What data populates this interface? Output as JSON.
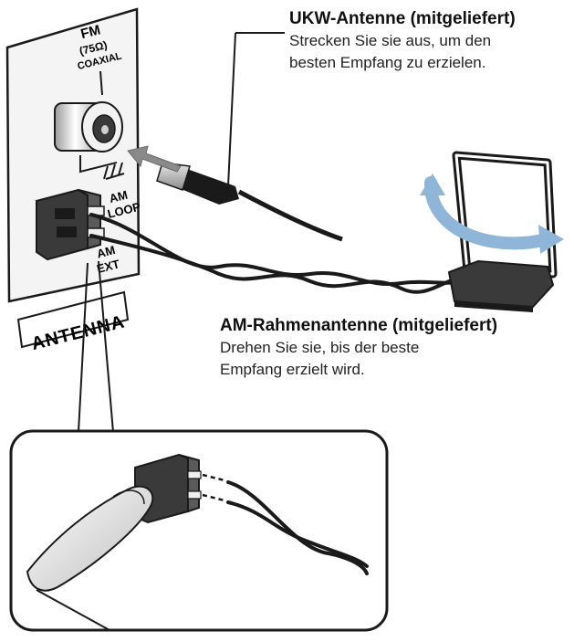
{
  "panel": {
    "fm_label_line1": "FM",
    "fm_label_line2": "(75Ω)",
    "fm_label_line3": "COAXIAL",
    "am_loop_line1": "AM",
    "am_loop_line2": "LOOP",
    "am_ext_line1": "AM",
    "am_ext_line2": "EXT",
    "antenna_label": "ANTENNA"
  },
  "fm_antenna": {
    "title": "UKW-Antenne (mitgeliefert)",
    "desc_line1": "Strecken Sie sie aus, um den",
    "desc_line2": "besten Empfang zu erzielen."
  },
  "am_antenna": {
    "title": "AM-Rahmenantenne (mitgeliefert)",
    "desc_line1": "Drehen Sie sie, bis der beste",
    "desc_line2": "Empfang erzielt wird."
  },
  "icons": {
    "coax-jack": "fm-coaxial-jack-icon",
    "terminal": "am-push-terminal-icon",
    "loop": "am-loop-antenna-icon",
    "ground": "ground-symbol-icon",
    "finger": "finger-icon"
  },
  "colors": {
    "line": "#1a1a1a",
    "panel_fill": "#f4f4f4",
    "arrow_gray": "#8a8a8a",
    "arrow_blue": "#8fb6d8"
  }
}
